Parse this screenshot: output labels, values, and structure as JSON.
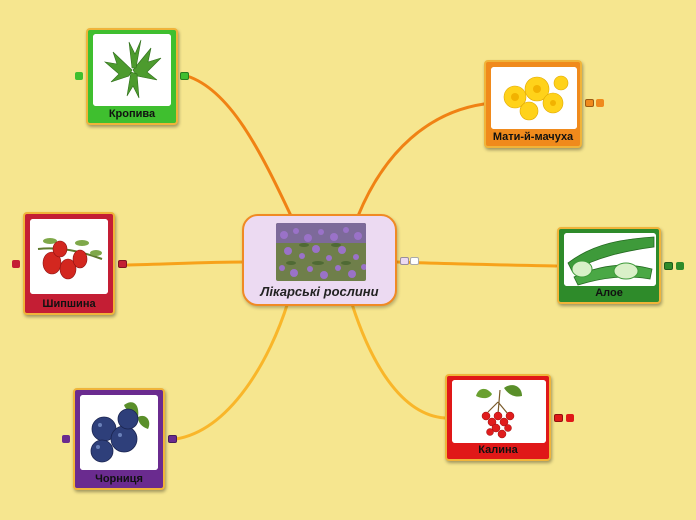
{
  "central": {
    "title": "Лікарські рослини"
  },
  "branches": [
    {
      "id": "kropyva",
      "label": "Кропива",
      "color": "#3fbf2f",
      "image": "nettle-icon"
    },
    {
      "id": "shypshyna",
      "label": "Шипшина",
      "color": "#c41e34",
      "image": "rosehip-icon"
    },
    {
      "id": "chornytsia",
      "label": "Чорниця",
      "color": "#6a2b8f",
      "image": "blueberry-icon"
    },
    {
      "id": "matyimachukha",
      "label": "Мати-й-мачуха",
      "color": "#f08a1c",
      "image": "coltsfoot-icon"
    },
    {
      "id": "aloe",
      "label": "Алое",
      "color": "#2e8b2a",
      "image": "aloe-icon"
    },
    {
      "id": "kalyna",
      "label": "Калина",
      "color": "#e01818",
      "image": "viburnum-icon"
    }
  ],
  "colors": {
    "background": "#f6e68f",
    "link_warm": "#f7a21a",
    "link_orange": "#f07f10",
    "central_fill": "#ecdaf2"
  },
  "icons": [
    "note-icon",
    "collapse-dot-icon"
  ]
}
